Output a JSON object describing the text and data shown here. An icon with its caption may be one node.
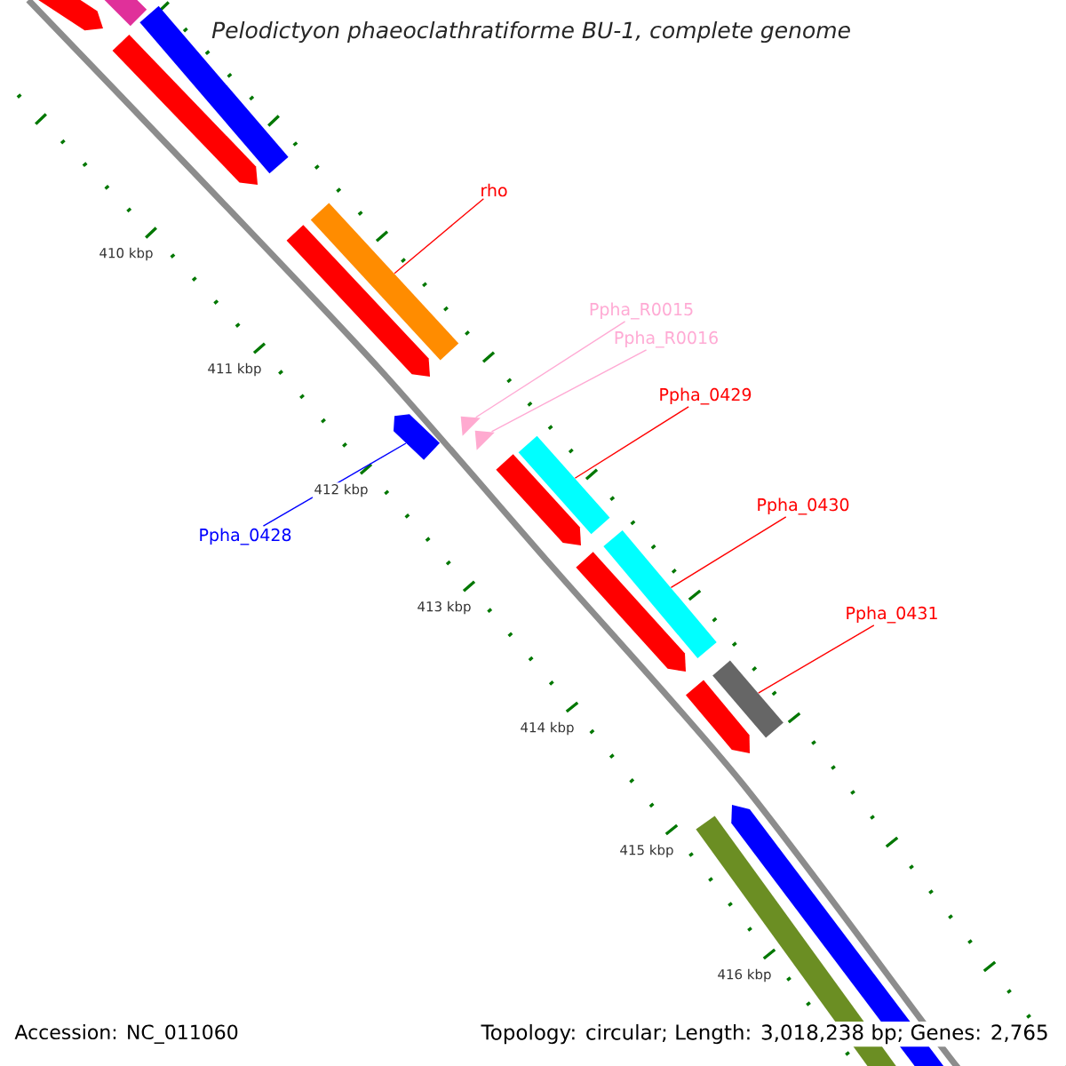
{
  "diagram": {
    "title": "Pelodictyon phaeoclathratiforme BU-1, complete genome",
    "nodes": [
      {
        "text": [
          "rho"
        ]
      },
      {
        "text": [],
        "shape": "bar"
      },
      {
        "text": [
          "Ppha_R0015"
        ]
      },
      {
        "text": [
          "Ppha_R0016"
        ]
      },
      {
        "text": [],
        "shape": "triangle"
      },
      {
        "text": [],
        "shape": "triangle"
      },
      {
        "text": [
          "Ppha_0429"
        ]
      },
      {
        "text": [],
        "shape": "bar"
      },
      {
        "text": [
          "Ppha_0428"
        ]
      },
      {
        "text": [],
        "shape": "arrow"
      },
      {
        "text": [
          "Ppha_0430"
        ]
      },
      {
        "text": [],
        "shape": "bar"
      },
      {
        "text": [
          "Ppha_0431"
        ]
      },
      {
        "text": [],
        "shape": "bar"
      }
    ],
    "edges": [
      {
        "from": 0,
        "to": 1,
        "arrow": "none"
      },
      {
        "from": 2,
        "to": 4,
        "arrow": "none",
        "color": "#ffaad4"
      },
      {
        "from": 3,
        "to": 5,
        "arrow": "none",
        "color": "#ffaad4"
      },
      {
        "from": 6,
        "to": 7,
        "arrow": "none"
      },
      {
        "from": 8,
        "to": 9,
        "arrow": "none",
        "color": "#0000ff"
      },
      {
        "from": 10,
        "to": 11,
        "arrow": "none"
      },
      {
        "from": 12,
        "to": 13,
        "arrow": "none"
      }
    ],
    "labels": [
      "410 kbp",
      "411 kbp",
      "412 kbp",
      "413 kbp",
      "414 kbp",
      "415 kbp",
      "416 kbp",
      "Accession: NC_011060",
      "Topology: circular; Length: 3,018,238 bp; Genes: 2,765"
    ]
  }
}
